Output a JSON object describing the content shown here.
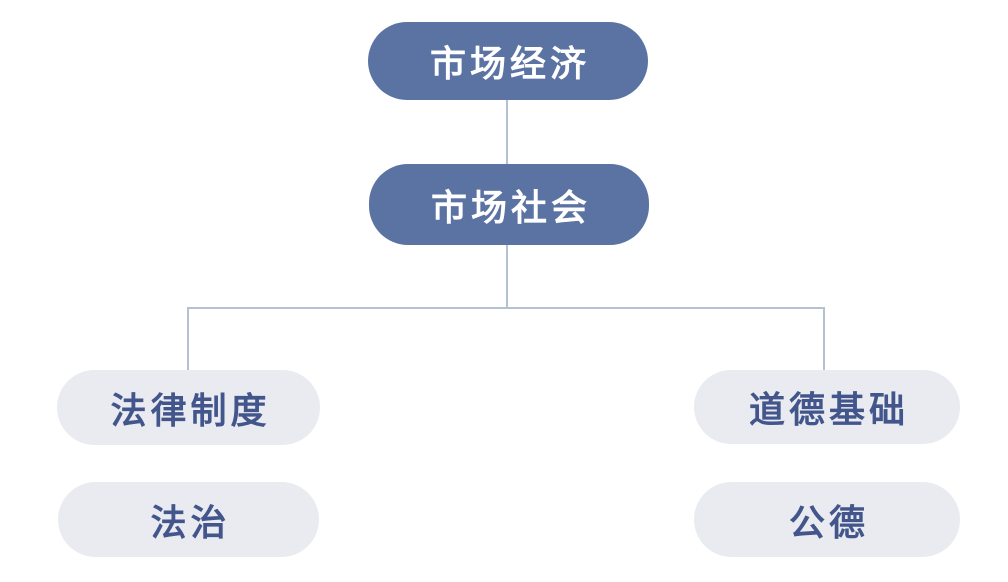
{
  "diagram": {
    "type": "hierarchy",
    "nodes": {
      "market_economy": {
        "label": "市场经济",
        "style": "primary"
      },
      "market_society": {
        "label": "市场社会",
        "style": "primary"
      },
      "legal_system": {
        "label": "法律制度",
        "style": "secondary"
      },
      "moral_foundation": {
        "label": "道德基础",
        "style": "secondary"
      },
      "rule_of_law": {
        "label": "法治",
        "style": "secondary"
      },
      "public_morality": {
        "label": "公德",
        "style": "secondary"
      }
    },
    "edges": [
      {
        "from": "market_economy",
        "to": "market_society"
      },
      {
        "from": "market_society",
        "to": "legal_system"
      },
      {
        "from": "market_society",
        "to": "moral_foundation"
      }
    ],
    "column_pairs": [
      {
        "top": "legal_system",
        "below": "rule_of_law"
      },
      {
        "top": "moral_foundation",
        "below": "public_morality"
      }
    ],
    "colors": {
      "primary_node_fill": "#5b73a3",
      "primary_node_text": "#ffffff",
      "secondary_node_fill": "#e9ebf0",
      "secondary_node_text": "#42568c",
      "connector_line": "#b3c1d1",
      "background": "#ffffff"
    }
  }
}
